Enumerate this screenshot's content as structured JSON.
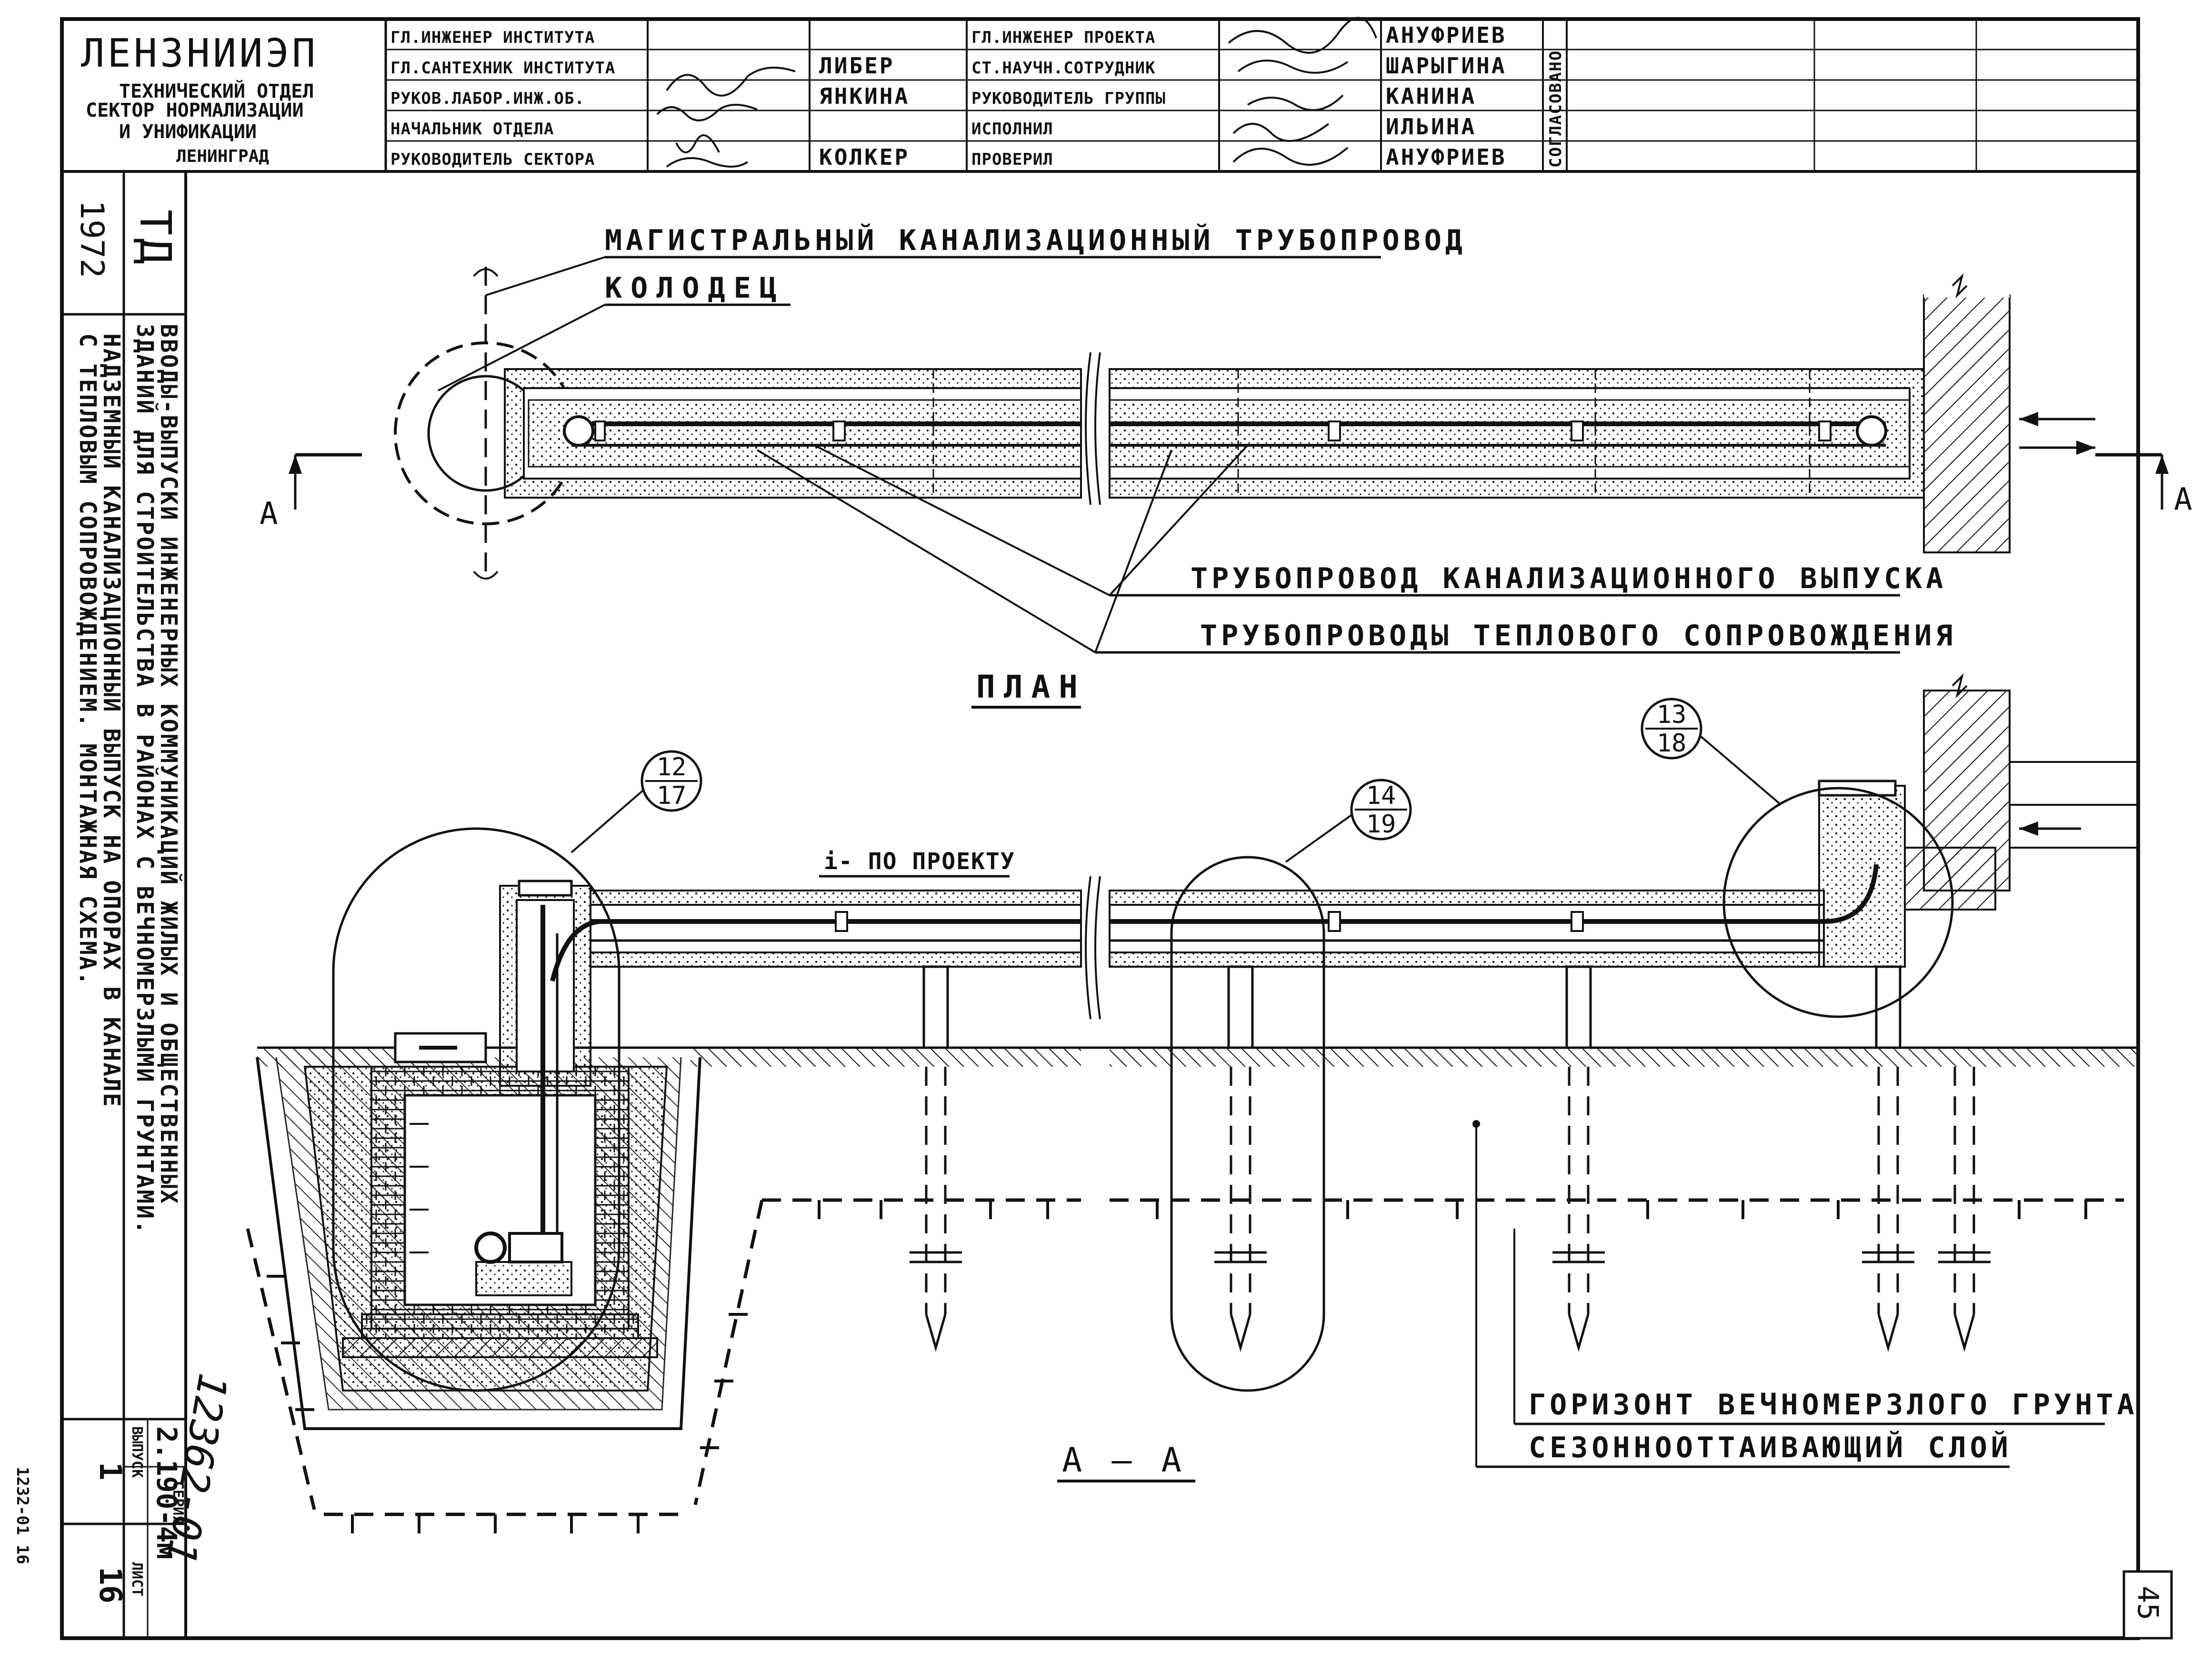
{
  "title_block": {
    "org": "ЛЕНЗНИИЭП",
    "org_lines": [
      "ТЕХНИЧЕСКИЙ ОТДЕЛ",
      "СЕКТОР НОРМАЛИЗАЦИИ",
      "И УНИФИКАЦИИ",
      "ЛЕНИНГРАД"
    ],
    "roles_left": [
      {
        "role": "ГЛ.ИНЖЕНЕР ИНСТИТУТА",
        "name": ""
      },
      {
        "role": "ГЛ.САНТЕХНИК ИНСТИТУТА",
        "name": "ЛИБЕР"
      },
      {
        "role": "РУКОВ.ЛАБОР.ИНЖ.ОБ.",
        "name": "ЯНКИНА"
      },
      {
        "role": "НАЧАЛЬНИК ОТДЕЛА",
        "name": ""
      },
      {
        "role": "РУКОВОДИТЕЛЬ СЕКТОРА",
        "name": "КОЛКЕР"
      }
    ],
    "roles_right": [
      {
        "role": "ГЛ.ИНЖЕНЕР ПРОЕКТА",
        "name": "АНУФРИЕВ"
      },
      {
        "role": "СТ.НАУЧН.СОТРУДНИК",
        "name": "ШАРЫГИНА"
      },
      {
        "role": "РУКОВОДИТЕЛЬ ГРУППЫ",
        "name": "КАНИНА"
      },
      {
        "role": "ИСПОЛНИЛ",
        "name": "ИЛЬИНА"
      },
      {
        "role": "ПРОВЕРИЛ",
        "name": "АНУФРИЕВ"
      }
    ],
    "agreed": "СОГЛАСОВАНО"
  },
  "side_block": {
    "year": "1972",
    "code": "ТД",
    "subject": [
      "ВВОДЫ-ВЫПУСКИ ИНЖЕНЕРНЫХ КОММУНИКАЦИЙ ЖИЛЫХ И ОБЩЕСТВЕННЫХ",
      "ЗДАНИЙ ДЛЯ СТРОИТЕЛЬСТВА В РАЙОНАХ С ВЕЧНОМЕРЗЛЫМИ ГРУНТАМИ."
    ],
    "sheet_title": [
      "НАДЗЕМНЫЙ КАНАЛИЗАЦИОННЫЙ ВЫПУСК НА ОПОРАХ В КАНАЛЕ",
      "С ТЕПЛОВЫМ СОПРОВОЖДЕНИЕМ. МОНТАЖНАЯ СХЕМА."
    ],
    "series_label": "СЕРИЯ",
    "series_value": "2.190-4м",
    "issue_label": "ВЫПУСК",
    "issue_value": "1",
    "sheet_label": "ЛИСТ",
    "sheet_value": "16",
    "handwritten_number": "12362-01"
  },
  "drawing": {
    "label_main_pipeline": "МАГИСТРАЛЬНЫЙ КАНАЛИЗАЦИОННЫЙ ТРУБОПРОВОД",
    "label_well": "КОЛОДЕЦ",
    "label_outlet_pipeline": "ТРУБОПРОВОД КАНАЛИЗАЦИОННОГО ВЫПУСКА",
    "label_heat_pipelines": "ТРУБОПРОВОДЫ ТЕПЛОВОГО СОПРОВОЖДЕНИЯ",
    "plan_title": "ПЛАН",
    "section_title": "А — А",
    "section_mark": "А",
    "slope_label": "i- ПО ПРОЕКТУ",
    "label_permafrost": "ГОРИЗОНТ ВЕЧНОМЕРЗЛОГО ГРУНТА",
    "label_active_layer": "СЕЗОННООТТАИВАЮЩИЙ СЛОЙ",
    "callouts": [
      {
        "top": "12",
        "bottom": "17"
      },
      {
        "top": "14",
        "bottom": "19"
      },
      {
        "top": "13",
        "bottom": "18"
      }
    ],
    "page_number": "45",
    "edge_stamp": "1232-01 16"
  }
}
